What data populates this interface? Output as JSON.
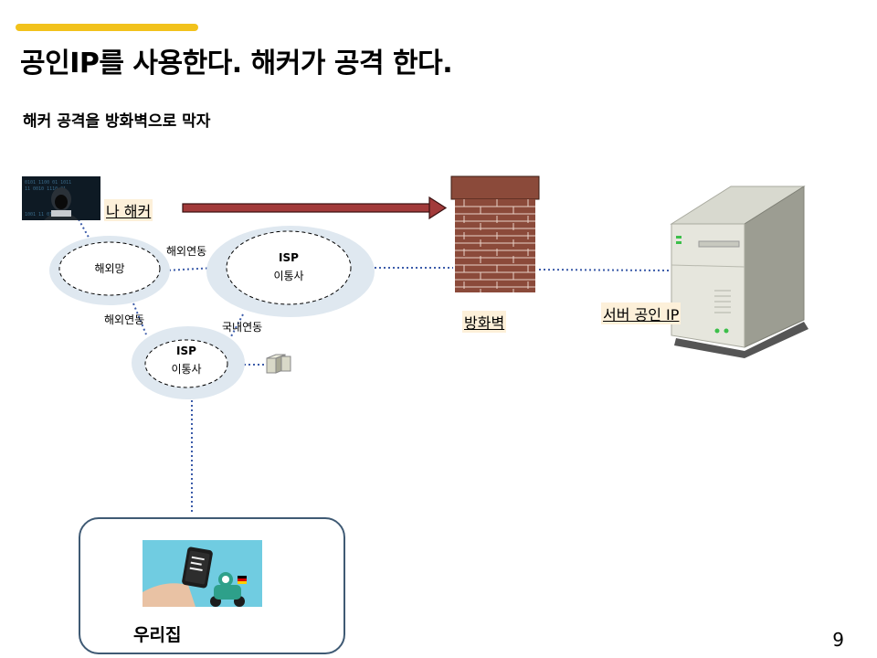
{
  "header": {
    "title": "공인IP를 사용한다. 해커가 공격 한다.",
    "subtitle": "해커 공격을 방화벽으로 막자"
  },
  "colors": {
    "accent": "#f2c21b",
    "arrow": "#a23a3a",
    "dotted_link": "#3b5ba9",
    "ellipse_fill": "#dfe8f0",
    "brick": "#8b4a3a",
    "highlight": "#fdf0d9"
  },
  "nodes": {
    "hacker_label": "나 해커",
    "overseas_net": "해외망",
    "isp_main": {
      "line1": "ISP",
      "line2": "이통사"
    },
    "isp_sub": {
      "line1": "ISP",
      "line2": "이통사"
    },
    "firewall_label": "방화벽",
    "server_label": "서버 공인 IP",
    "home_label": "우리집"
  },
  "edge_labels": {
    "overseas_link_1": "해외연동",
    "overseas_link_2": "해외연동",
    "domestic_link": "국내연동"
  },
  "icons": {
    "hacker": "hacker-icon",
    "firewall": "brick-wall-icon",
    "server": "server-icon",
    "small_server": "small-server-icon",
    "home_image": "smartphone-photo"
  },
  "page_number": "9"
}
